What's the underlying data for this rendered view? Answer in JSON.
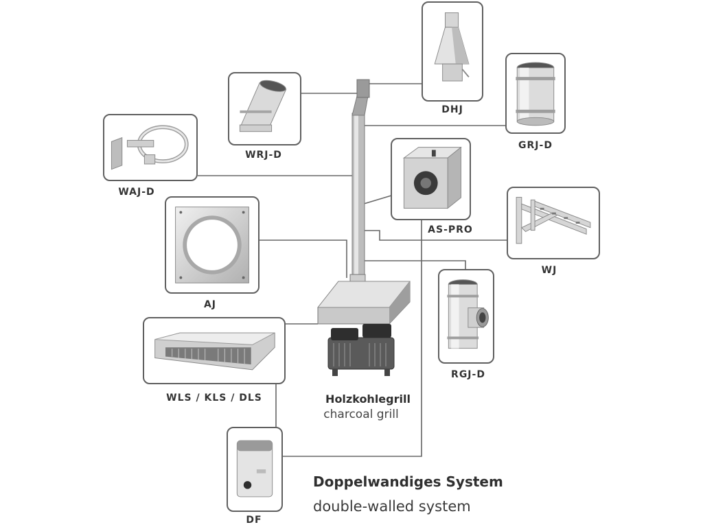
{
  "components": {
    "dhj": "DHJ",
    "grj_d": "GRJ-D",
    "wrj_d": "WRJ-D",
    "waj_d": "WAJ-D",
    "as_pro": "AS-PRO",
    "wj": "WJ",
    "aj": "AJ",
    "rgj_d": "RGJ-D",
    "wls_kls_dls": "WLS / KLS / DLS",
    "df": "DF"
  },
  "grill": {
    "title": "Holzkohlegrill",
    "subtitle": "charcoal grill"
  },
  "system": {
    "title": "Doppelwandiges System",
    "subtitle": "double-walled system"
  },
  "colors": {
    "frame": "#5f5f5f",
    "connector": "#666666",
    "steel_light": "#e8e8e8",
    "steel_dark": "#8a8a8a"
  }
}
